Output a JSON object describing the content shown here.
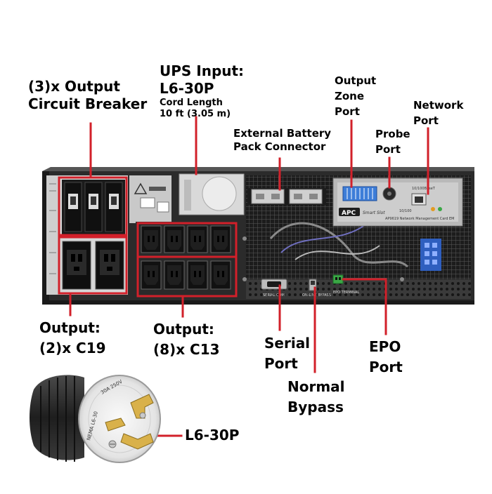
{
  "labels": {
    "output_breaker": {
      "line1": "(3)x Output",
      "line2": "Circuit Breaker"
    },
    "ups_input": {
      "title": "UPS Input:",
      "plug": "L6-30P",
      "cord_line1": "Cord Length",
      "cord_line2": "10 ft (3.05 m)"
    },
    "external_battery": {
      "line1": "External Battery",
      "line2": "Pack Connector"
    },
    "output_zone": {
      "line1": "Output",
      "line2": "Zone",
      "line3": "Port"
    },
    "probe": {
      "line1": "Probe",
      "line2": "Port"
    },
    "network": {
      "line1": "Network",
      "line2": "Port"
    },
    "output_c19": {
      "line1": "Output:",
      "line2": "(2)x C19"
    },
    "output_c13": {
      "line1": "Output:",
      "line2": "(8)x C13"
    },
    "serial": {
      "line1": "Serial",
      "line2": "Port"
    },
    "epo": {
      "line1": "EPO",
      "line2": "Port"
    },
    "bypass": {
      "line1": "Normal",
      "line2": "Bypass"
    },
    "plug_callout": "L6-30P"
  },
  "device_markings": {
    "brand": "APC",
    "card": "Smart Slot",
    "card_caption": "AP9619 Network Management Card EM",
    "speed": "10/100BaseT",
    "link": "10/100",
    "serial_port": "SERIAL COM",
    "bypass_switch": "ON-LINE   BYPASS",
    "epo_terminal": "EPO TERMINAL",
    "plug_rating": "30A 250V",
    "plug_standard": "NEMA L6-30"
  },
  "colors": {
    "callout": "#d2202a",
    "panel": "#2b2b2b",
    "panel_dark": "#1a1a1a",
    "chassis": "#3a3a3a"
  }
}
